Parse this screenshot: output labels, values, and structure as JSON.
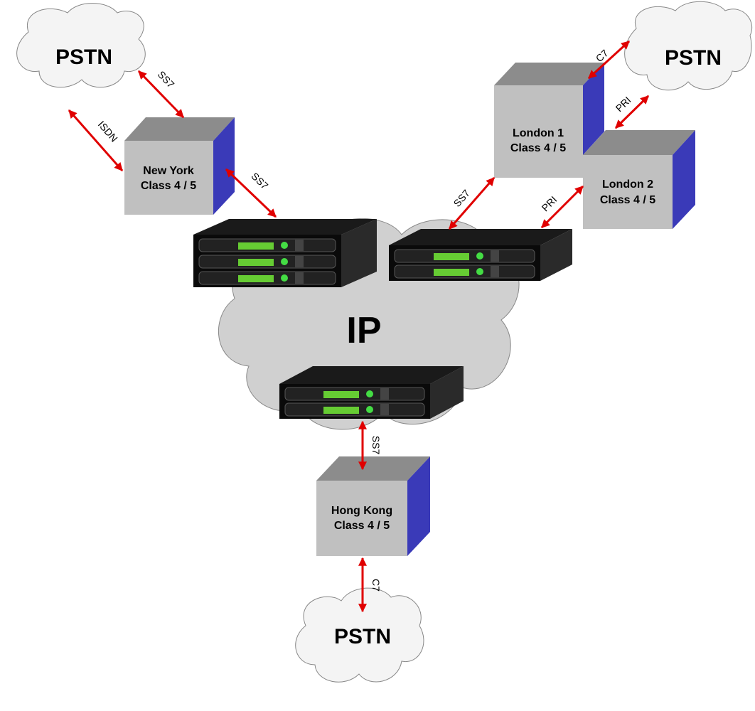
{
  "clouds": {
    "pstn_top_left": "PSTN",
    "pstn_top_right": "PSTN",
    "ip_core": "IP",
    "pstn_bottom": "PSTN"
  },
  "switches": {
    "new_york": {
      "line1": "New York",
      "line2": "Class 4 / 5"
    },
    "london_1": {
      "line1": "London 1",
      "line2": "Class 4 / 5"
    },
    "london_2": {
      "line1": "London 2",
      "line2": "Class 4 / 5"
    },
    "hong_kong": {
      "line1": "Hong Kong",
      "line2": "Class 4 / 5"
    }
  },
  "links": {
    "ny_pstn_ss7": "SS7",
    "ny_pstn_isdn": "ISDN",
    "ny_gateway_ss7": "SS7",
    "london1_pstn_c7": "C7",
    "london2_pstn_pri": "PRI",
    "london1_gateway_ss7": "SS7",
    "london2_gateway_pri": "PRI",
    "hk_gateway_ss7": "SS7",
    "hk_pstn_c7": "C7"
  },
  "colors": {
    "cloud_fill": "#f4f4f4",
    "ip_cloud_fill": "#d0d0d0",
    "box_front": "#c0c0c0",
    "box_top": "#8c8c8c",
    "box_side": "#3a3ab8",
    "link_arrow": "#e00000",
    "gateway_body": "#0a0a0a",
    "gateway_display": "#66cc33"
  }
}
